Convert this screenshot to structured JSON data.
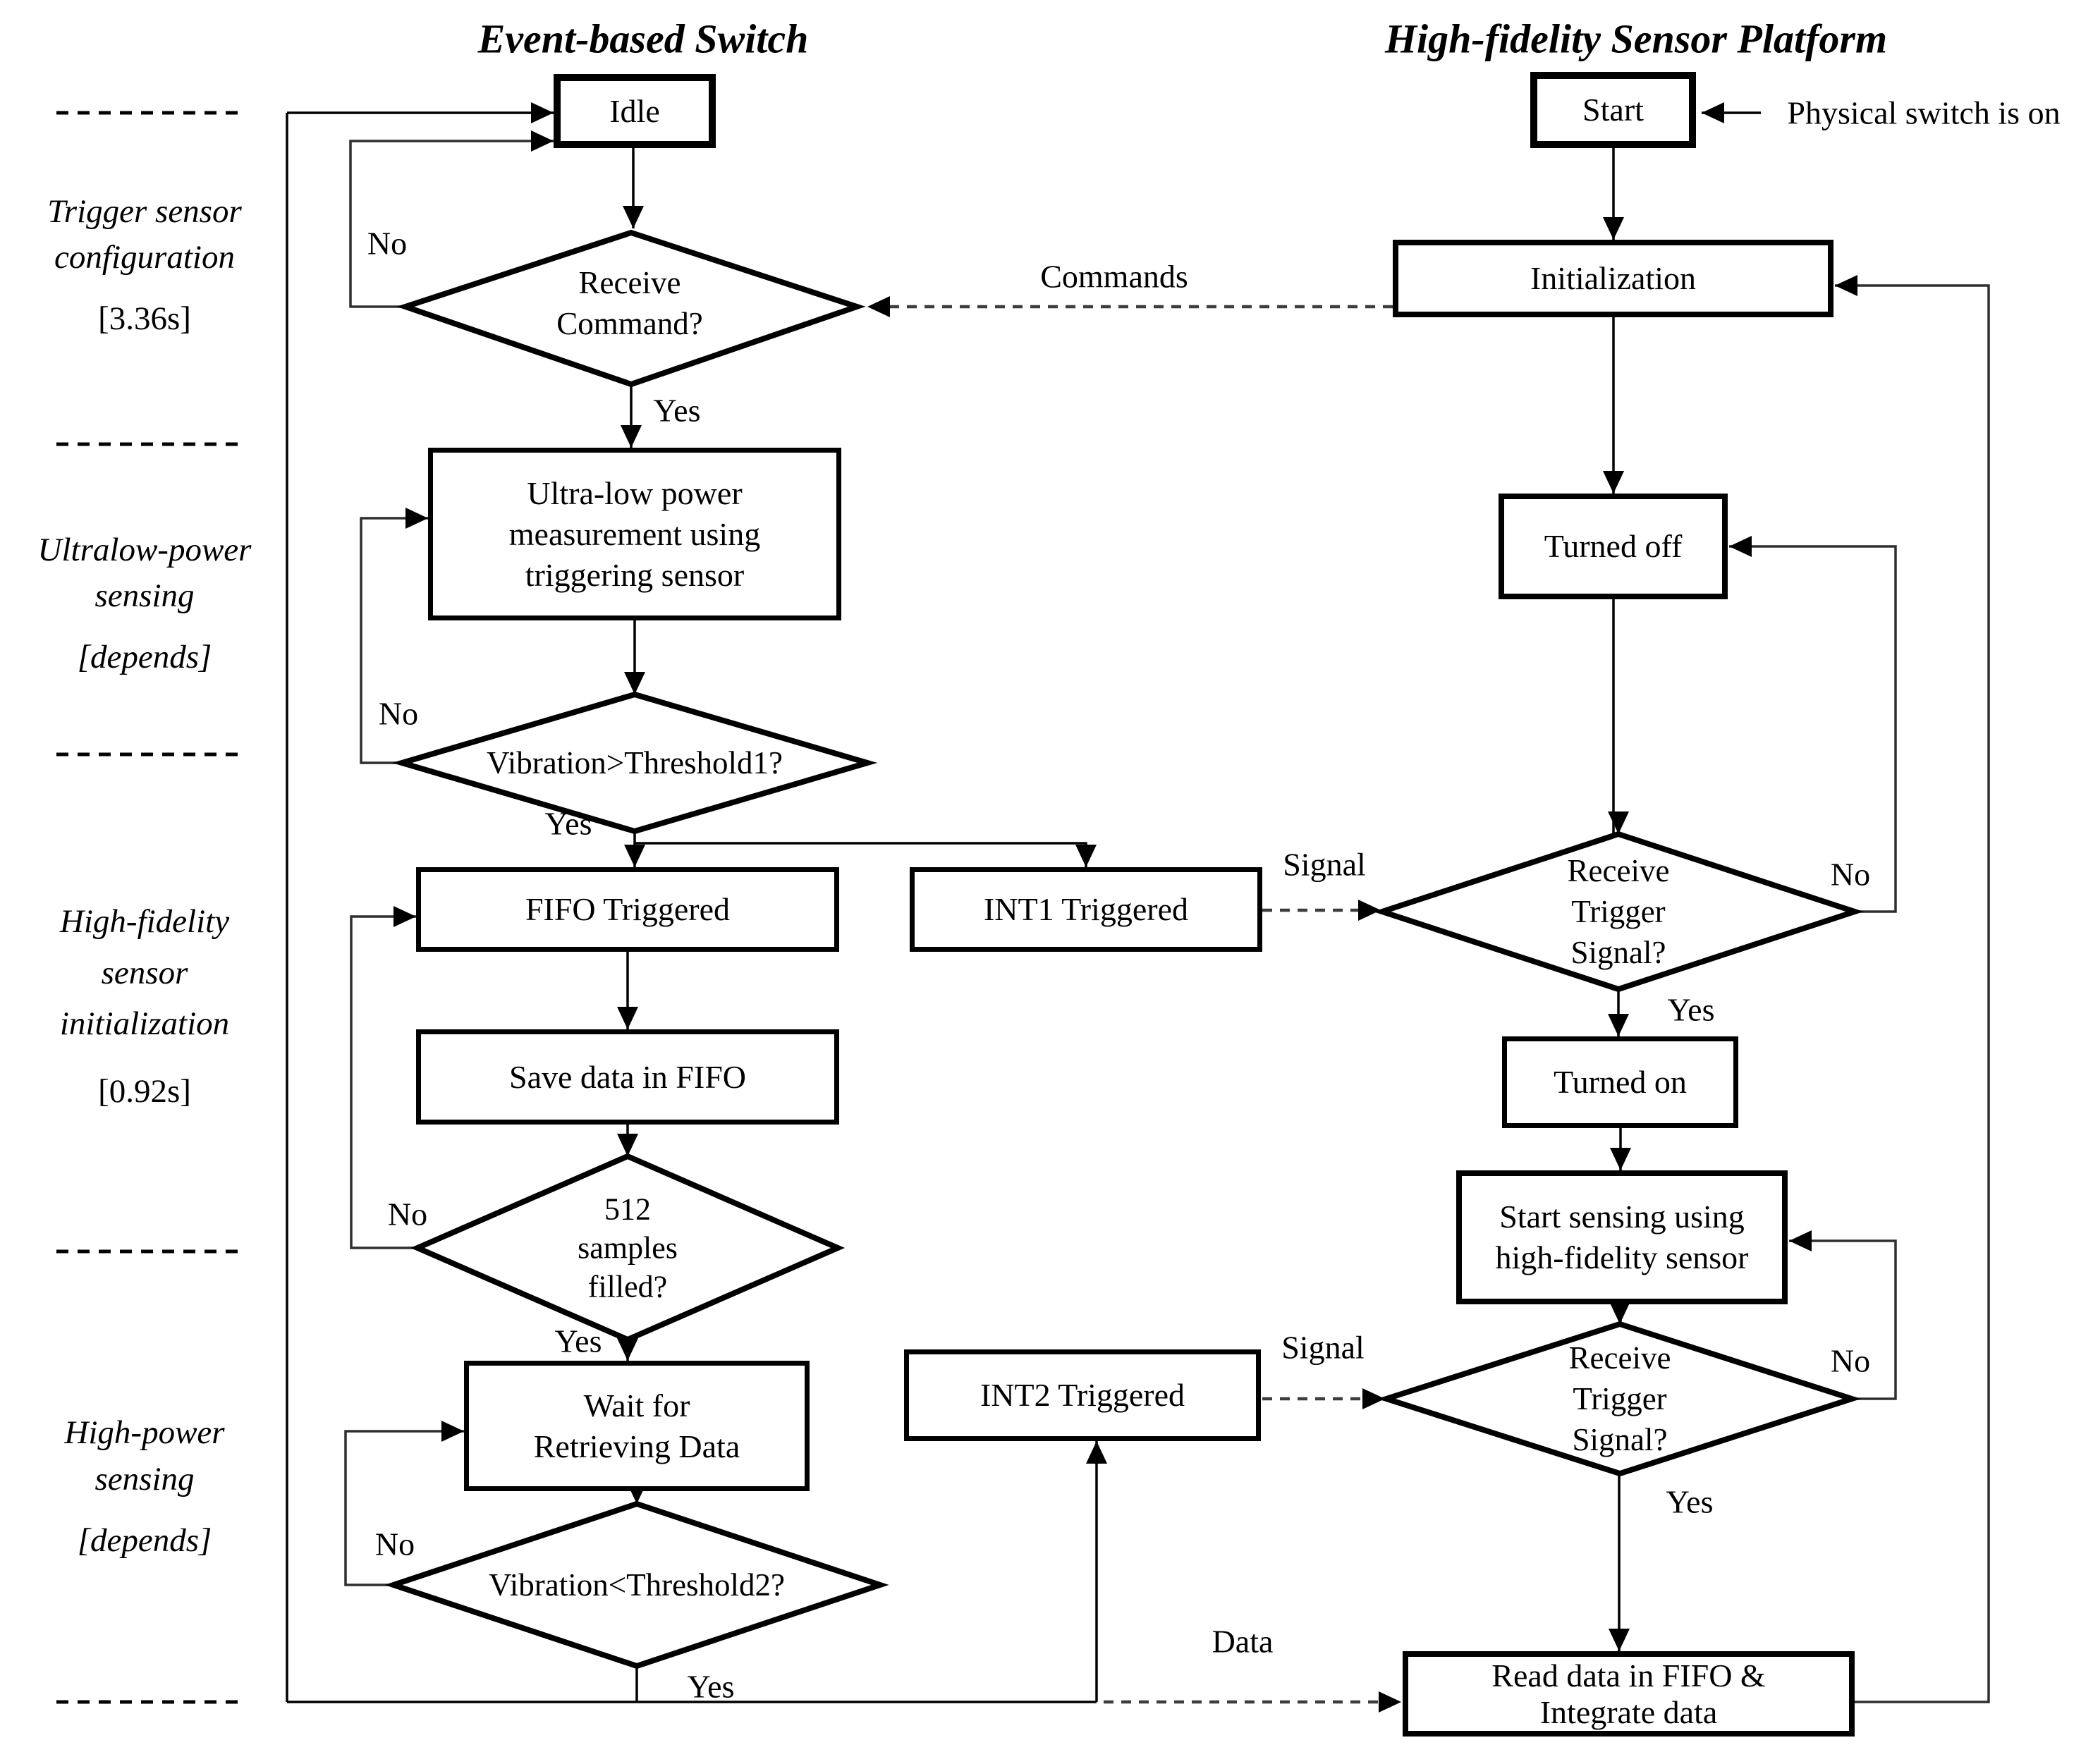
{
  "colors": {
    "background": "#ffffff",
    "ink": "#000000",
    "loop_line": "#2f2f2f",
    "dashed_line": "#3d3d3d"
  },
  "titles": {
    "left": "Event-based Switch",
    "right": "High-fidelity Sensor Platform"
  },
  "phases": [
    {
      "name_lines": [
        "Trigger sensor",
        "configuration"
      ],
      "time": "[3.36s]"
    },
    {
      "name_lines": [
        "Ultralow-power",
        "sensing"
      ],
      "time": "[depends]"
    },
    {
      "name_lines": [
        "High-fidelity",
        "sensor",
        "initialization"
      ],
      "time": "[0.92s]"
    },
    {
      "name_lines": [
        "High-power",
        "sensing"
      ],
      "time": "[depends]"
    }
  ],
  "nodes": {
    "idle": {
      "label": "Idle"
    },
    "receive_command": {
      "lines": [
        "Receive",
        "Command?"
      ]
    },
    "ultra_low": {
      "lines": [
        "Ultra-low power",
        "measurement using",
        "triggering sensor"
      ]
    },
    "vib_threshold1": {
      "label": "Vibration>Threshold1?"
    },
    "fifo_triggered": {
      "label": "FIFO Triggered"
    },
    "int1_triggered": {
      "label": "INT1  Triggered"
    },
    "save_fifo": {
      "label": "Save data in FIFO"
    },
    "samples_filled": {
      "lines": [
        "512",
        "samples",
        "filled?"
      ]
    },
    "wait_retrieving": {
      "lines": [
        "Wait for",
        "Retrieving Data"
      ]
    },
    "int2_triggered": {
      "label": "INT2  Triggered"
    },
    "vib_threshold2": {
      "label": "Vibration<Threshold2?"
    },
    "start": {
      "label": "Start"
    },
    "initialization": {
      "label": "Initialization"
    },
    "turned_off": {
      "label": "Turned off"
    },
    "receive_trigger_1": {
      "lines": [
        "Receive",
        "Trigger",
        "Signal?"
      ]
    },
    "turned_on": {
      "label": "Turned on"
    },
    "start_sensing": {
      "lines": [
        "Start sensing using",
        "high-fidelity sensor"
      ]
    },
    "receive_trigger_2": {
      "lines": [
        "Receive",
        "Trigger",
        "Signal?"
      ]
    },
    "read_data": {
      "lines": [
        "Read data in FIFO &",
        "Integrate data"
      ]
    }
  },
  "edge_labels": {
    "rc_no": "No",
    "rc_yes": "Yes",
    "vt1_no": "No",
    "vt1_yes": "Yes",
    "s512_no": "No",
    "s512_yes": "Yes",
    "vt2_no": "No",
    "vt2_yes": "Yes",
    "rts1_no": "No",
    "rts1_yes": "Yes",
    "rts2_no": "No",
    "rts2_yes": "Yes",
    "commands": "Commands",
    "signal_int1": "Signal",
    "signal_int2": "Signal",
    "data": "Data",
    "physical_switch": "Physical switch is on"
  }
}
